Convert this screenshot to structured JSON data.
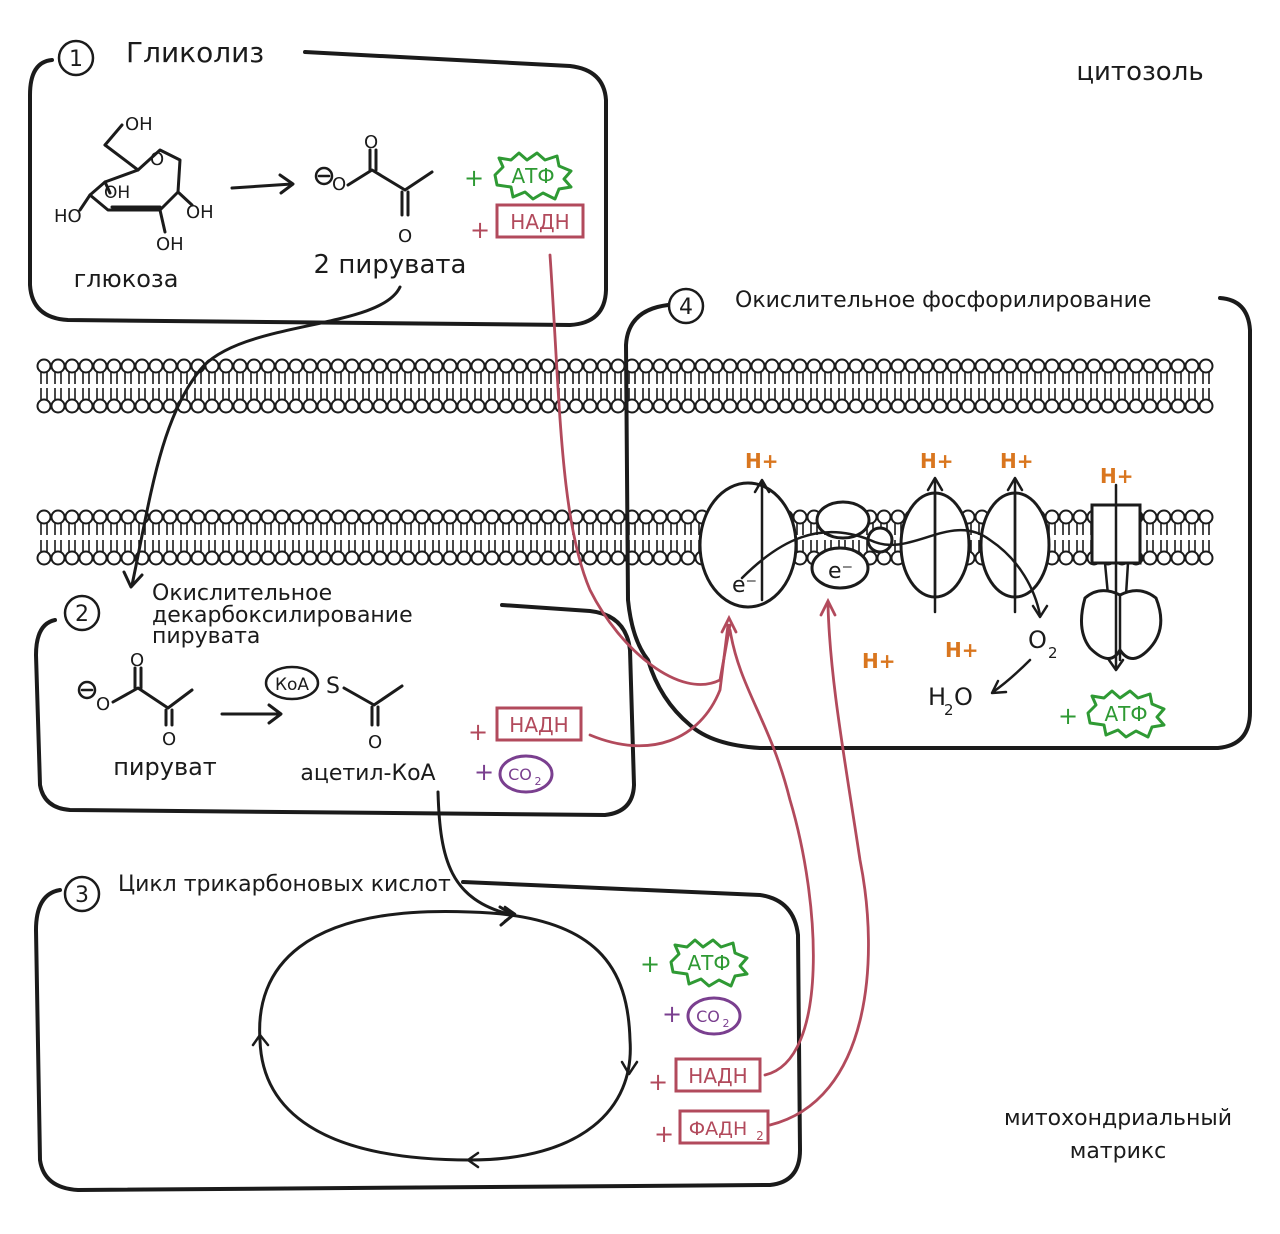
{
  "labels": {
    "cytosol": "цитозоль",
    "matrix_line1": "митохондриальный",
    "matrix_line2": "матрикс"
  },
  "stages": [
    {
      "number": "1",
      "title": "Гликолиз"
    },
    {
      "number": "2",
      "title_lines": [
        "Окислительное",
        "декарбоксилирование",
        "пирувата"
      ]
    },
    {
      "number": "3",
      "title": "Цикл трикарбоновых кислот"
    },
    {
      "number": "4",
      "title": "Окислительное фосфорилирование"
    }
  ],
  "glycolysis": {
    "glucose_label": "глюкоза",
    "pyruvate_label": "2 пирувата",
    "oh": "OH",
    "ho": "HO",
    "o": "O",
    "atp": "АТФ",
    "nadh": "НАДН"
  },
  "decarboxylation": {
    "pyruvate_label": "пируват",
    "acetyl_label": "ацетил-КоА",
    "koa": "КоА",
    "s": "S",
    "o": "O",
    "nadh": "НАДН",
    "co2": "CO",
    "co2_sub": "2"
  },
  "tca": {
    "atp": "АТФ",
    "co2": "CO",
    "co2_sub": "2",
    "nadh": "НАДН",
    "fadh2": "ФАДН",
    "fadh2_sub": "2"
  },
  "oxphos": {
    "hplus": "H+",
    "electron": "e⁻",
    "o2": "O",
    "o2_sub": "2",
    "h2o_h": "H",
    "h2o_sub": "2",
    "h2o_o": "O",
    "atp": "АТФ"
  },
  "symbols": {
    "plus": "+"
  },
  "colors": {
    "nadh": "#b24a5c",
    "atp": "#2f9a34",
    "co2": "#7a3f8f",
    "proton": "#d9761f"
  }
}
